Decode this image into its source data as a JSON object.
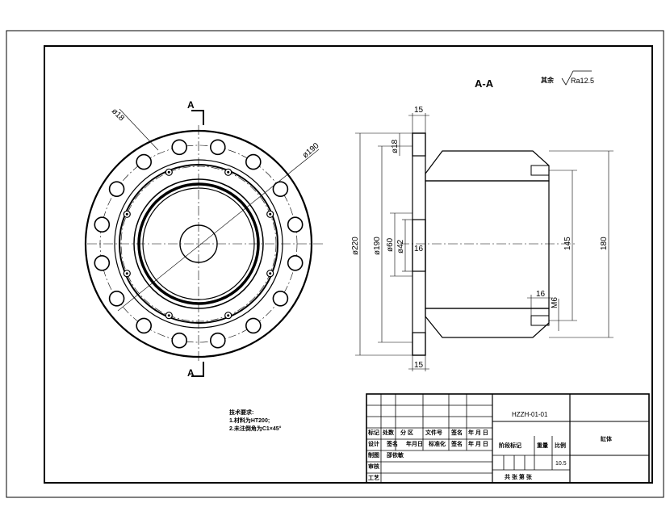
{
  "drawing": {
    "section_label": "A-A",
    "cut_label_top": "A",
    "cut_label_bottom": "A",
    "surface_note_prefix": "其余",
    "surface_roughness": "Ra12.5"
  },
  "front_view": {
    "dims": {
      "hole_dia": "ø18",
      "bolt_circle": "ø190"
    }
  },
  "section_view": {
    "dims": {
      "flange_thk_top": "15",
      "flange_thk_bottom": "15",
      "small_hole": "ø18",
      "outer_dia": "ø220",
      "bolt_circle": "ø190",
      "bore_60": "ø60",
      "bore_42": "ø42",
      "recess_16": "16",
      "thread_len": "16",
      "thread": "M6",
      "inner_145": "145",
      "overall_180": "180"
    }
  },
  "tech_notes": {
    "title": "技术要求:",
    "line1": "1.材料为HT200;",
    "line2": "2.未注倒角为C1×45°"
  },
  "title_block": {
    "drawing_no": "HZZH-01-01",
    "part_name": "缸体",
    "scale": "10.5",
    "sheet_info": "共  张 第  张",
    "row_headers": [
      "标记",
      "处数",
      "分  区",
      "文件号",
      "签名",
      "年 月 日"
    ],
    "design_row": [
      "设计",
      "签名",
      "年月日",
      "标准化",
      "签名",
      "年 月 日"
    ],
    "stage_label": "阶段标记",
    "weight_label": "重量",
    "scale_label": "比例",
    "drafter_label": "制图",
    "drafter_name": "邵依敏",
    "review_label": "审核",
    "process_label": "工艺"
  }
}
